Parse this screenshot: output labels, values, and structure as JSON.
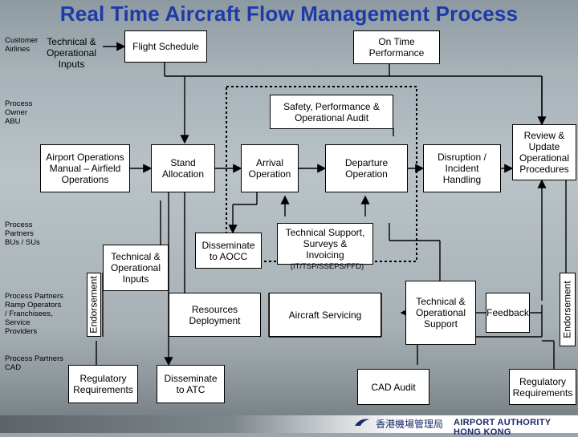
{
  "title": "Real Time Aircraft Flow Management Process",
  "lanes": {
    "customer": "Customer\nAirlines",
    "owner": "Process\nOwner\nABU",
    "partners": "Process\nPartners\nBUs / SUs",
    "ramp": "Process Partners\nRamp Operators\n/ Franchisees,\nService\nProviders",
    "cad": "Process Partners\nCAD"
  },
  "boxes": {
    "tech_inputs_top": "Technical &\nOperational\nInputs",
    "flight_schedule": "Flight Schedule",
    "on_time": "On Time\nPerformance",
    "safety_audit": "Safety, Performance &\nOperational Audit",
    "airport_manual": "Airport Operations\nManual – Airfield\nOperations",
    "stand_allocation": "Stand\nAllocation",
    "arrival_operation": "Arrival\nOperation",
    "departure_operation": "Departure\nOperation",
    "disruption": "Disruption /\nIncident\nHandling",
    "review": "Review &\nUpdate\nOperational\nProcedures",
    "disseminate_aocc": "Disseminate\nto AOCC",
    "tech_support": "Technical Support,\nSurveys &\nInvoicing",
    "tech_support_sub": "(IT/TSP/SSEPS/FFD)",
    "tech_inputs_mid": "Technical &\nOperational\nInputs",
    "resources": "Resources\nDeployment",
    "aircraft_servicing": "Aircraft Servicing",
    "tech_op_support": "Technical &\nOperational\nSupport",
    "feedback": "Feedback",
    "regulatory_left": "Regulatory\nRequirements",
    "disseminate_atc": "Disseminate\nto ATC",
    "cad_audit": "CAD Audit",
    "regulatory_right": "Regulatory\nRequirements"
  },
  "vertical": {
    "endorsement_left": "Endorsement",
    "endorsement_right": "Endorsement"
  },
  "footer": {
    "org_cn": "香港機場管理局",
    "org_en": "AIRPORT AUTHORITY HONG KONG"
  }
}
